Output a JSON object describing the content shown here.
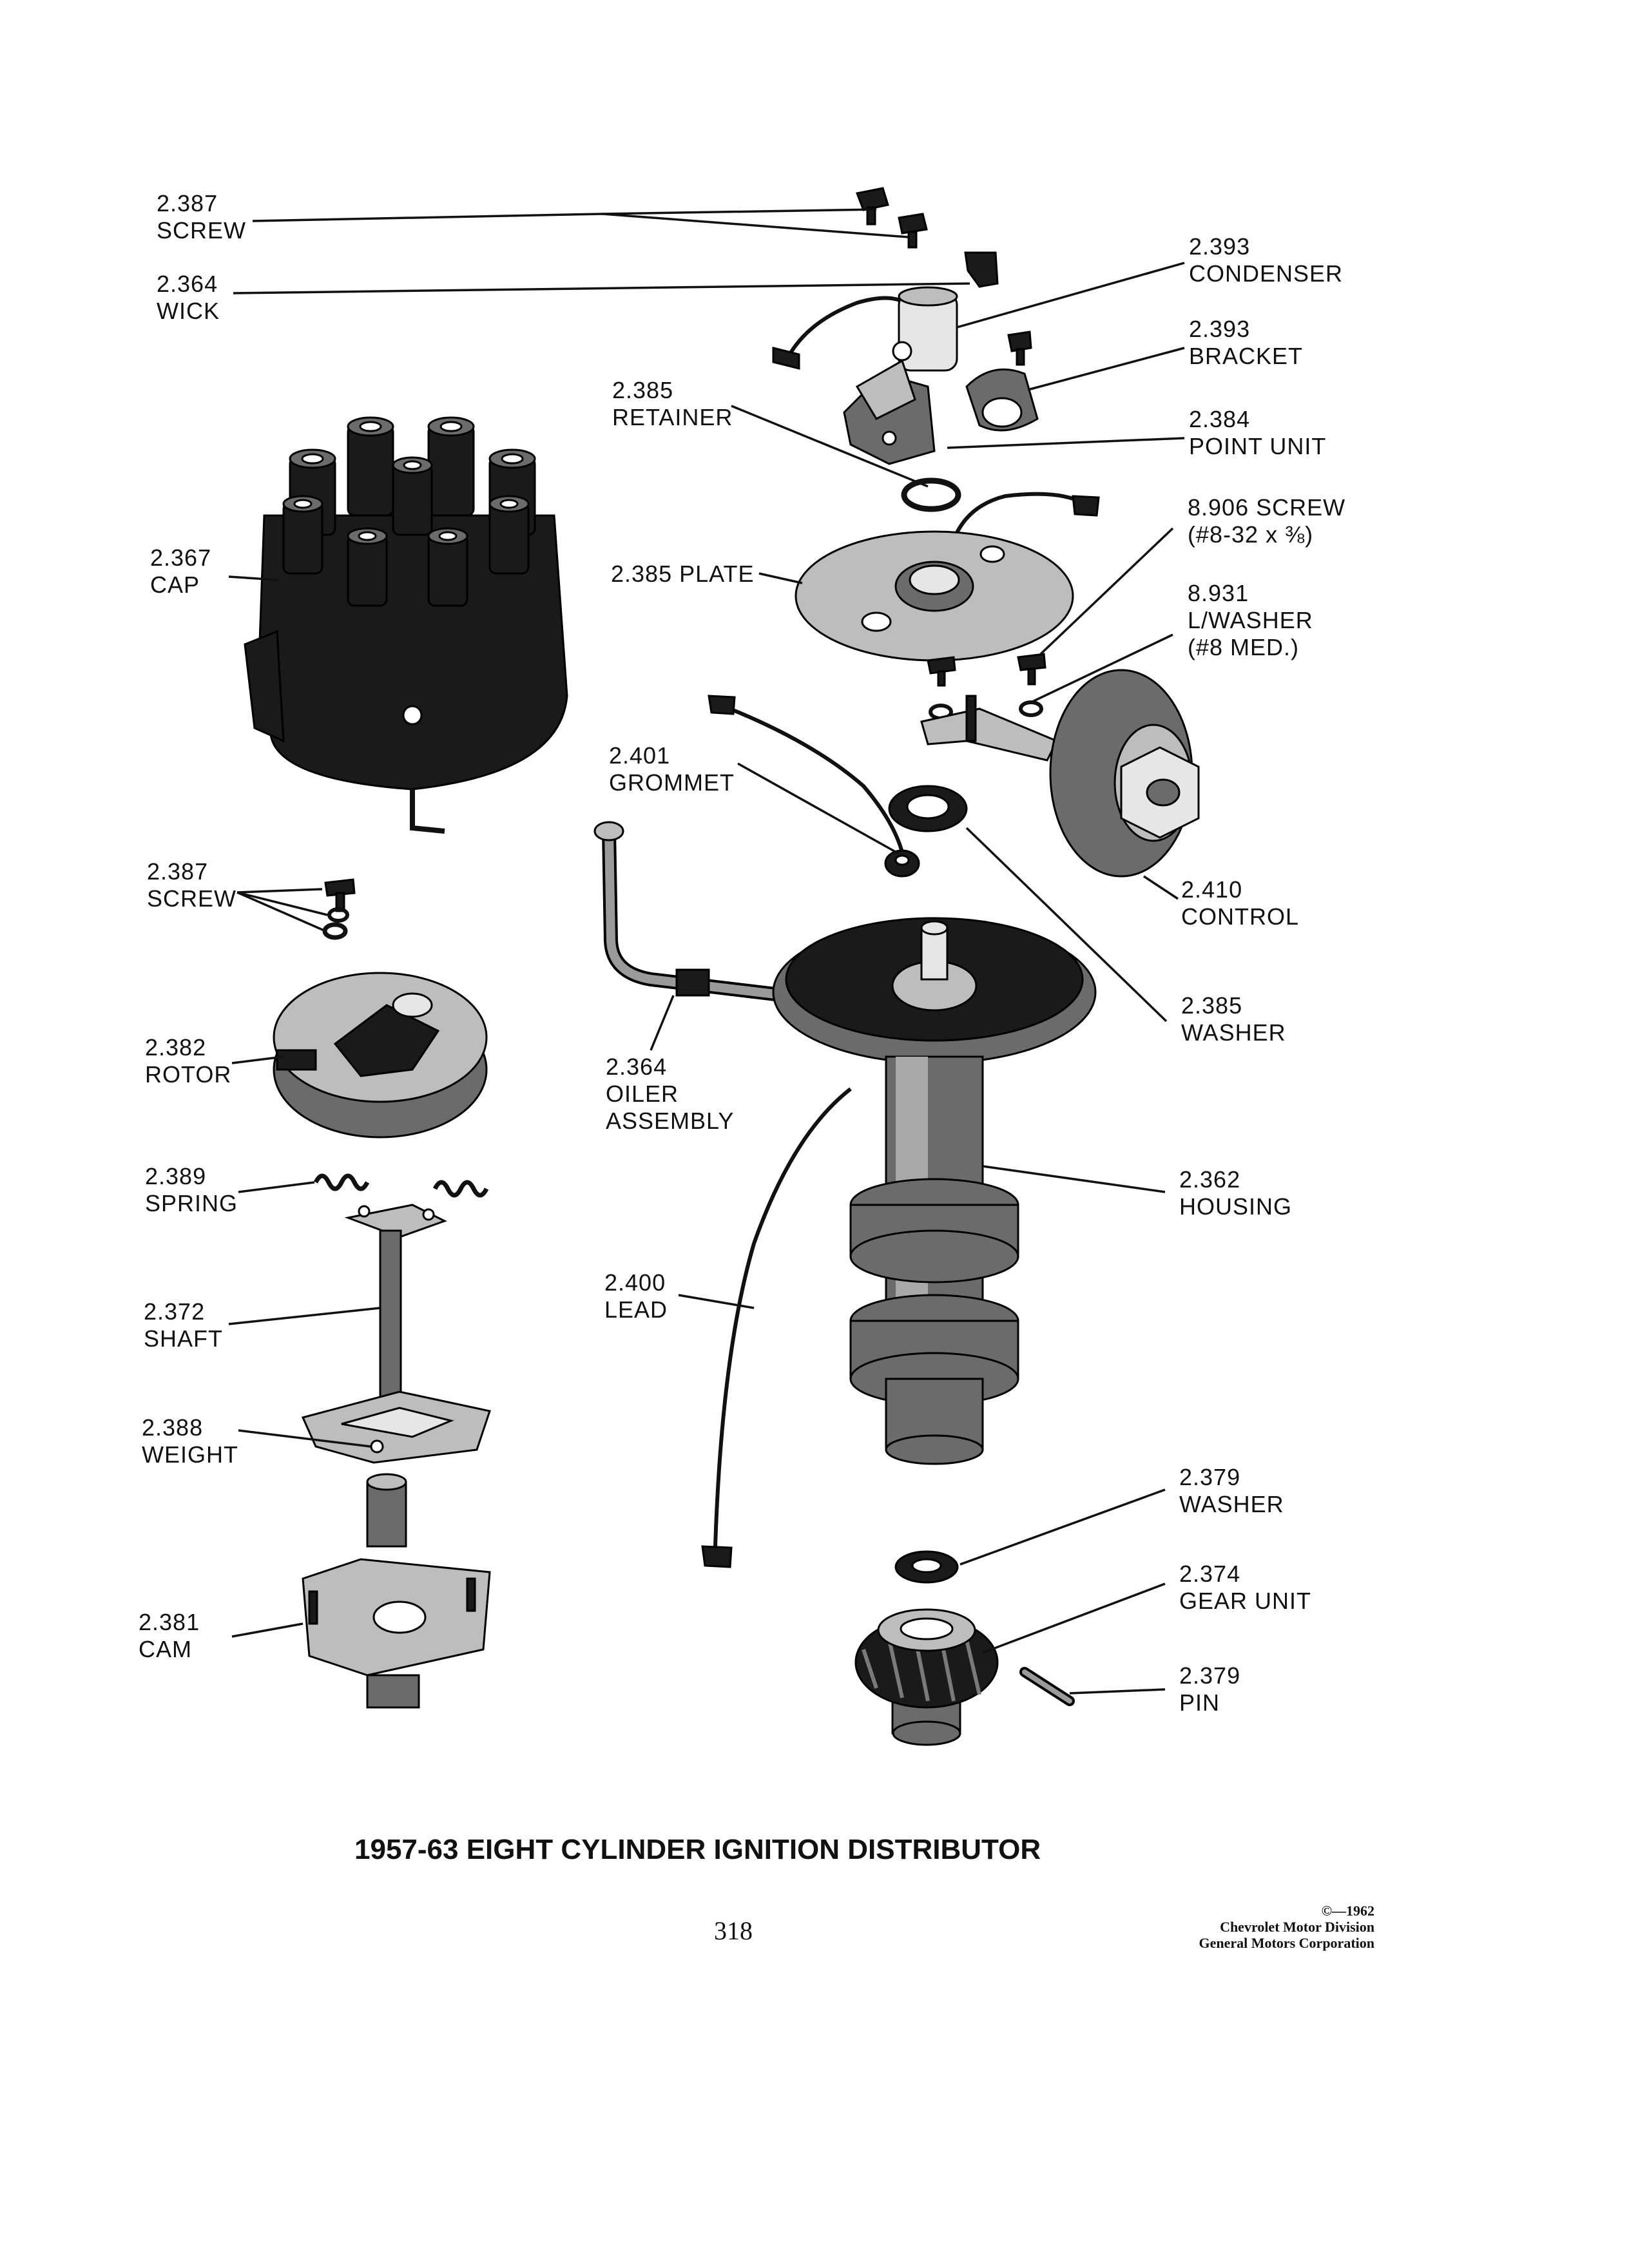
{
  "title": "1957-63 EIGHT CYLINDER IGNITION DISTRIBUTOR",
  "page_number": "318",
  "copyright": {
    "line1": "©—1962",
    "line2": "Chevrolet Motor Division",
    "line3": "General Motors Corporation"
  },
  "callouts": {
    "screw_top": {
      "code": "2.387",
      "name": "SCREW"
    },
    "wick": {
      "code": "2.364",
      "name": "WICK"
    },
    "condenser": {
      "code": "2.393",
      "name": "CONDENSER"
    },
    "bracket": {
      "code": "2.393",
      "name": "BRACKET"
    },
    "retainer": {
      "code": "2.385",
      "name": "RETAINER"
    },
    "point_unit": {
      "code": "2.384",
      "name": "POINT UNIT"
    },
    "cap": {
      "code": "2.367",
      "name": "CAP"
    },
    "plate": {
      "text": "2.385 PLATE"
    },
    "screw_832": {
      "line1": "8.906 SCREW",
      "line2": "(#8-32 x ⅜)"
    },
    "lock_washer": {
      "code": "8.931",
      "name": "L/WASHER",
      "spec": "(#8 MED.)"
    },
    "grommet": {
      "code": "2.401",
      "name": "GROMMET"
    },
    "screw_rotor": {
      "code": "2.387",
      "name": "SCREW"
    },
    "control": {
      "code": "2.410",
      "name": "CONTROL"
    },
    "washer_upper": {
      "code": "2.385",
      "name": "WASHER"
    },
    "rotor": {
      "code": "2.382",
      "name": "ROTOR"
    },
    "oiler": {
      "code": "2.364",
      "line1": "OILER",
      "line2": "ASSEMBLY"
    },
    "spring": {
      "code": "2.389",
      "name": "SPRING"
    },
    "housing": {
      "code": "2.362",
      "name": "HOUSING"
    },
    "shaft": {
      "code": "2.372",
      "name": "SHAFT"
    },
    "lead": {
      "code": "2.400",
      "name": "LEAD"
    },
    "weight": {
      "code": "2.388",
      "name": "WEIGHT"
    },
    "washer_lower": {
      "code": "2.379",
      "name": "WASHER"
    },
    "gear_unit": {
      "code": "2.374",
      "name": "GEAR UNIT"
    },
    "cam": {
      "code": "2.381",
      "name": "CAM"
    },
    "pin": {
      "code": "2.379",
      "name": "PIN"
    }
  }
}
